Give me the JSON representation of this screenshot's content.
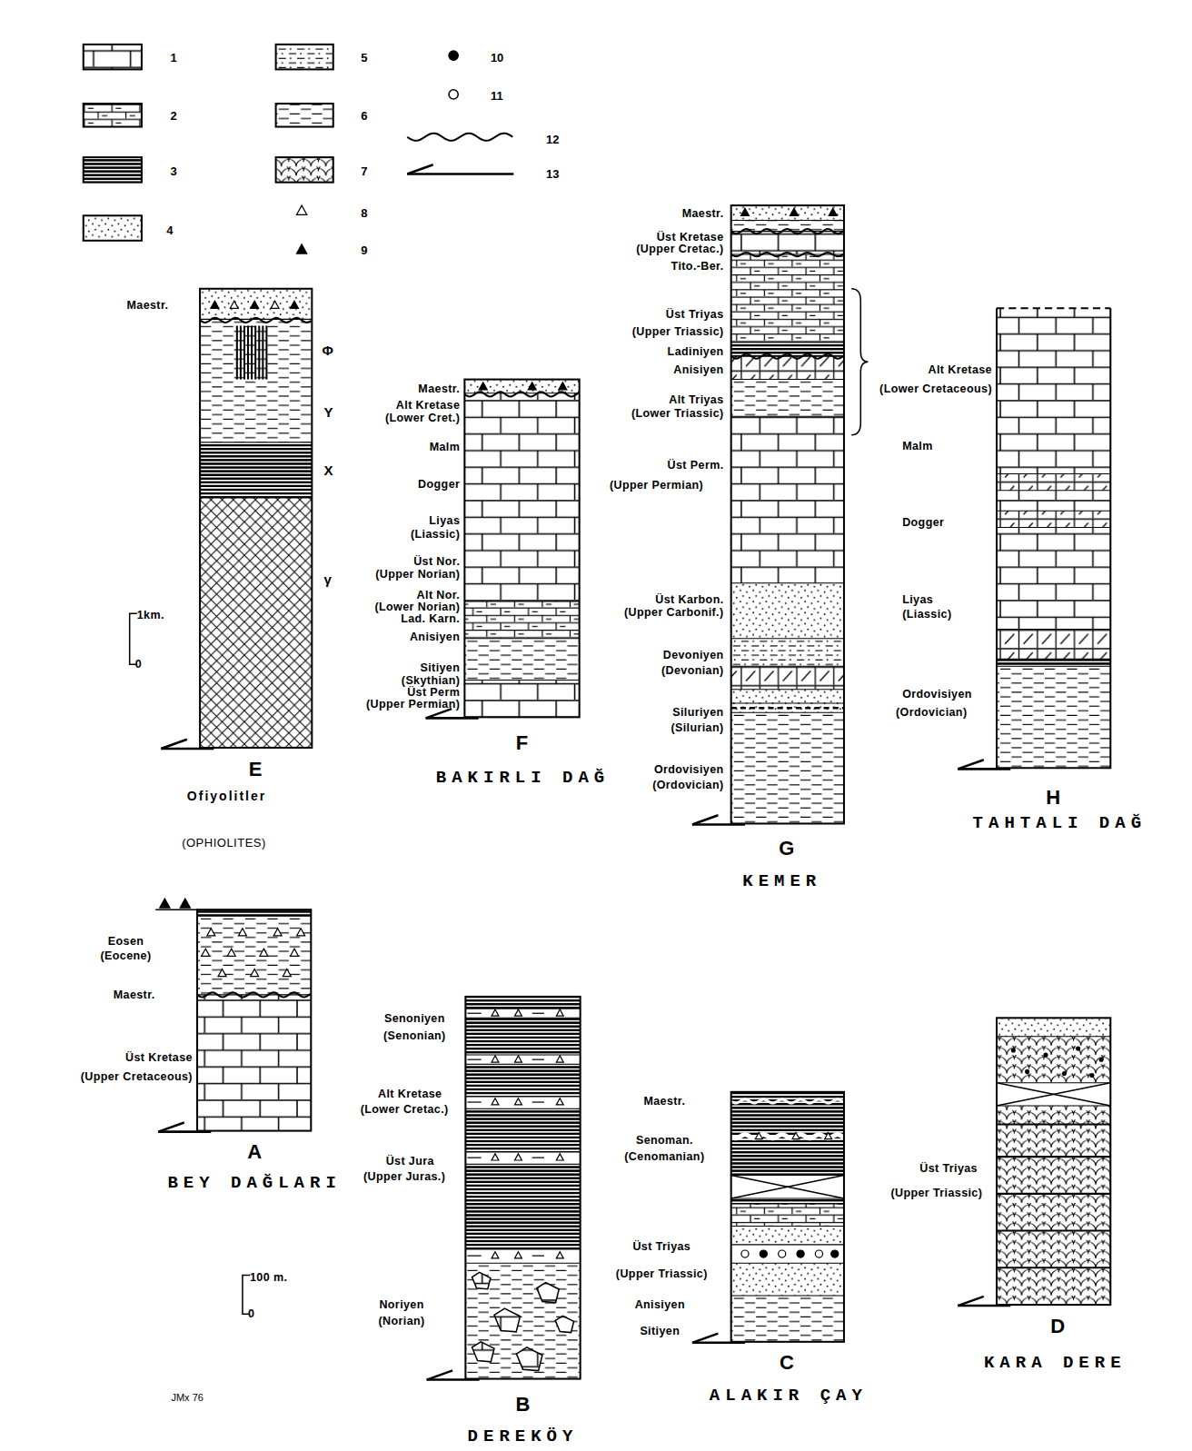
{
  "diagram": {
    "nodes": [
      {
        "text": [
          "E",
          "Ofiyolitler",
          "(OPHIOLITES)"
        ]
      },
      {
        "text": [
          "F",
          "BAKIRLI DAĞ"
        ]
      },
      {
        "text": [
          "G",
          "KEMER"
        ]
      },
      {
        "text": [
          "H",
          "TAHTALI DAĞ"
        ]
      },
      {
        "text": [
          "A",
          "BEY DAĞLARI"
        ]
      },
      {
        "text": [
          "B",
          "DEREKÖY"
        ]
      },
      {
        "text": [
          "C",
          "ALAKIR ÇAY"
        ]
      },
      {
        "text": [
          "D",
          "KARA DERE"
        ]
      }
    ],
    "labels": [
      "Maestr.",
      "Φ",
      "Y",
      "X",
      "γ",
      "1km.",
      "0",
      "Maestr.",
      "Alt Kretase",
      "(Lower Cret.)",
      "Malm",
      "Dogger",
      "Liyas",
      "(Liassic)",
      "Üst Nor.",
      "(Upper Norian)",
      "Alt Nor.",
      "(Lower Norian)",
      "Lad. Karn.",
      "Anisiyen",
      "Sitiyen",
      "(Skythian)",
      "Üst Perm",
      "(Upper Permian)",
      "Maestr.",
      "Üst Kretase",
      "(Upper Cretac.)",
      "Tito.-Ber.",
      "Üst Triyas",
      "(Upper Triassic)",
      "Ladiniyen",
      "Anisiyen",
      "Alt Triyas",
      "(Lower Triassic)",
      "Üst Perm.",
      "(Upper Permian)",
      "Üst Karbon.",
      "(Upper Carbonif.)",
      "Devoniyen",
      "(Devonian)",
      "Siluriyen",
      "(Silurian)",
      "Ordovisiyen",
      "(Ordovician)",
      "Alt Kretase",
      "(Lower Cretaceous)",
      "Malm",
      "Dogger",
      "Liyas",
      "(Liassic)",
      "Ordovisiyen",
      "(Ordovician)",
      "Eosen",
      "(Eocene)",
      "Maestr.",
      "Üst Kretase",
      "(Upper Cretaceous)",
      "Senoniyen",
      "(Senonian)",
      "Alt Kretase",
      "(Lower Cretac.)",
      "Üst Jura",
      "(Upper Juras.)",
      "Noriyen",
      "(Norian)",
      "Maestr.",
      "Senoman.",
      "(Cenomanian)",
      "Üst Triyas",
      "(Upper Triassic)",
      "Anisiyen",
      "Sitiyen",
      "Üst Triyas",
      "(Upper Triassic)",
      "100 m.",
      "0",
      "JMx 76"
    ],
    "legend": [
      {
        "text": "1"
      },
      {
        "text": "2"
      },
      {
        "text": "3"
      },
      {
        "text": "4"
      },
      {
        "text": "5"
      },
      {
        "text": "6"
      },
      {
        "text": "7"
      },
      {
        "text": "8"
      },
      {
        "text": "9"
      },
      {
        "text": "10"
      },
      {
        "text": "11"
      },
      {
        "text": "12"
      },
      {
        "text": "13"
      }
    ]
  }
}
